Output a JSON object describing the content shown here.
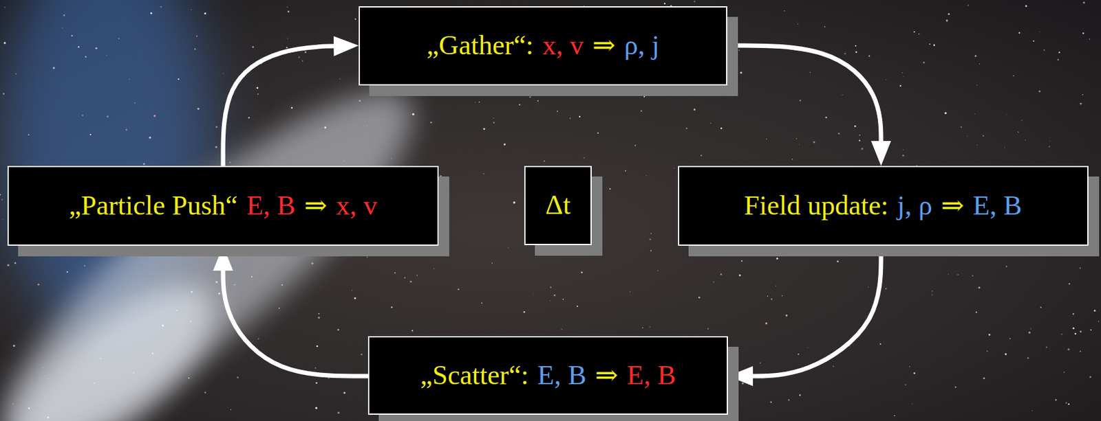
{
  "diagram": {
    "nodes": [
      {
        "text": [
          "„Gather“:",
          "x, v",
          "⇒",
          "ρ, j"
        ]
      },
      {
        "text": [
          "„Particle Push“",
          "E, B",
          "⇒",
          "x, v"
        ]
      },
      {
        "text": [
          "Δt"
        ]
      },
      {
        "text": [
          "Field update:",
          "j, ρ",
          "⇒",
          "E, B"
        ]
      },
      {
        "text": [
          "„Scatter“:",
          "E, B",
          "⇒",
          "E, B"
        ]
      }
    ],
    "edges": [
      {
        "from": 1,
        "to": 0,
        "arrow": "to"
      },
      {
        "from": 0,
        "to": 3,
        "arrow": "to"
      },
      {
        "from": 3,
        "to": 4,
        "arrow": "to"
      },
      {
        "from": 4,
        "to": 1,
        "arrow": "to"
      }
    ]
  }
}
